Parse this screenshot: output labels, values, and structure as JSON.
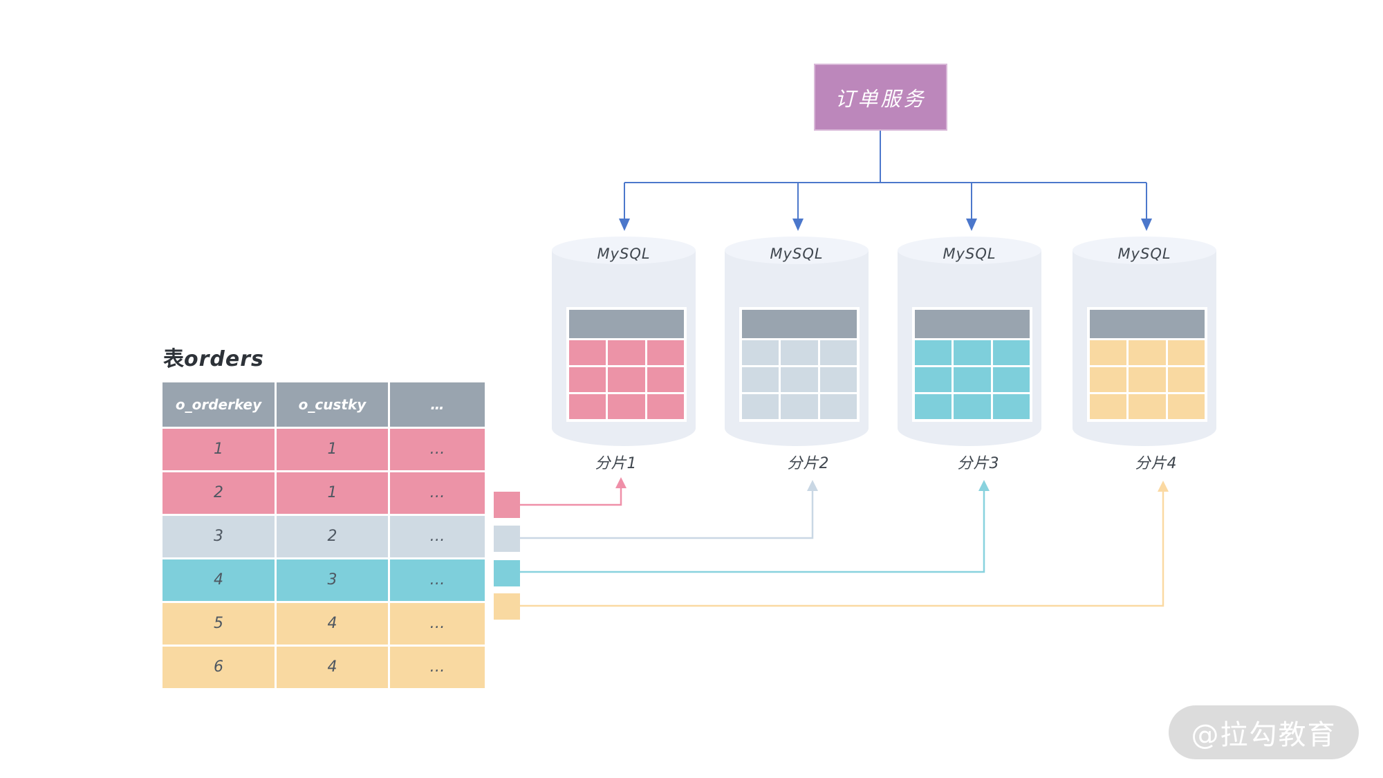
{
  "service": {
    "label": "订单服务"
  },
  "shards": [
    {
      "db": "MySQL",
      "label": "分片1",
      "color": "#ec93a7"
    },
    {
      "db": "MySQL",
      "label": "分片2",
      "color": "#cfdae3"
    },
    {
      "db": "MySQL",
      "label": "分片3",
      "color": "#7ecfdb"
    },
    {
      "db": "MySQL",
      "label": "分片4",
      "color": "#f9d9a1"
    }
  ],
  "orders_table": {
    "title_prefix": "表",
    "title_name": "orders",
    "headers": [
      "o_orderkey",
      "o_custky",
      "…"
    ],
    "rows": [
      {
        "o_orderkey": "1",
        "o_custky": "1",
        "more": "…",
        "shard": 1
      },
      {
        "o_orderkey": "2",
        "o_custky": "1",
        "more": "…",
        "shard": 1
      },
      {
        "o_orderkey": "3",
        "o_custky": "2",
        "more": "…",
        "shard": 2
      },
      {
        "o_orderkey": "4",
        "o_custky": "3",
        "more": "…",
        "shard": 3
      },
      {
        "o_orderkey": "5",
        "o_custky": "4",
        "more": "…",
        "shard": 4
      },
      {
        "o_orderkey": "6",
        "o_custky": "4",
        "more": "…",
        "shard": 4
      }
    ]
  },
  "watermark": {
    "text": "@拉勾教育"
  },
  "palette": {
    "purple": "#bc87bb",
    "connector_blue": "#4b77cb",
    "header_gray": "#99a4af",
    "pink": "#ec93a7",
    "blue_gray": "#cfdae3",
    "cyan": "#7ecfdb",
    "yellow": "#f9d9a1",
    "cylinder_body": "#e9edf4",
    "cylinder_top": "#f1f4fa",
    "watermark_bg": "#dadada"
  }
}
